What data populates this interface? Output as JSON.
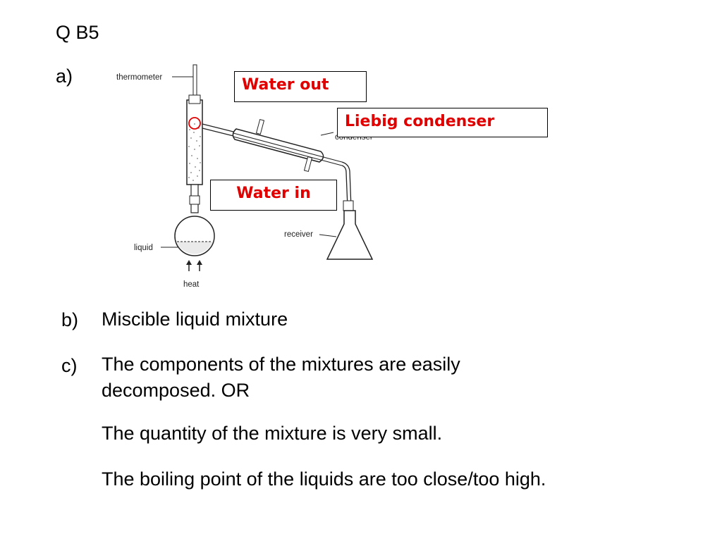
{
  "slide": {
    "title": "Q B5",
    "part_a_marker": "a)",
    "diagram": {
      "labels": {
        "thermometer": "thermometer",
        "condenser": "condenser",
        "receiver": "receiver",
        "liquid": "liquid",
        "heat": "heat"
      },
      "callouts": {
        "water_out": "Water out",
        "liebig_condenser": "Liebig condenser",
        "water_in": "Water in"
      },
      "colors": {
        "callout_text": "#e00000",
        "highlight_circle": "#e00000"
      }
    },
    "answers": [
      {
        "marker": "b)",
        "text": "Miscible liquid mixture"
      },
      {
        "marker": "c)",
        "text": "The components of the mixtures are easily decomposed. OR"
      },
      {
        "marker": "",
        "text": "The quantity of the mixture is very small."
      },
      {
        "marker": "",
        "text": "The boiling point of the liquids are too close/too high."
      }
    ]
  }
}
